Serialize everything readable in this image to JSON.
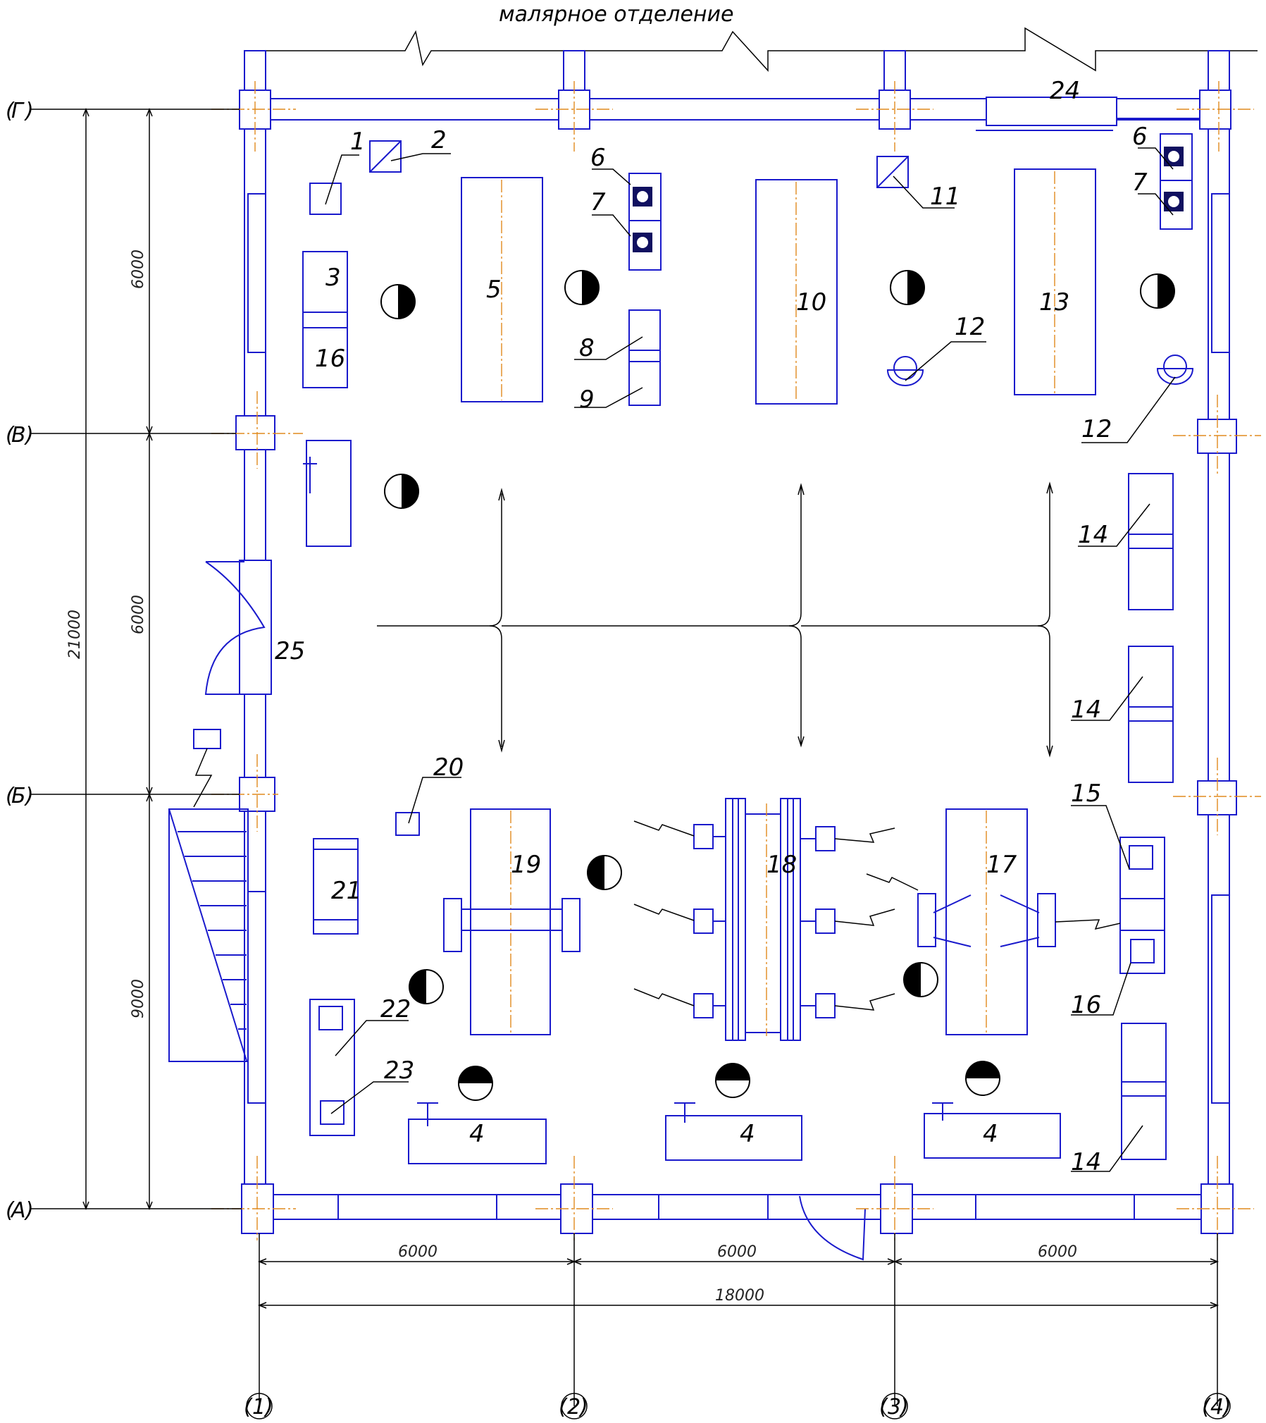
{
  "header": {
    "title": "малярное отделение"
  },
  "axes": {
    "rows": [
      "Г",
      "В",
      "Б",
      "А"
    ],
    "cols": [
      "1",
      "2",
      "3",
      "4"
    ]
  },
  "dimensions": {
    "vertical_total": "21000",
    "vertical_parts": [
      "6000",
      "6000",
      "9000"
    ],
    "horizontal_parts": [
      "6000",
      "6000",
      "6000"
    ],
    "horizontal_total": "18000"
  },
  "labels": {
    "l1": "1",
    "l2": "2",
    "l3": "3",
    "l16a": "16",
    "l5": "5",
    "l6a": "6",
    "l7a": "7",
    "l8": "8",
    "l9": "9",
    "l10": "10",
    "l11": "11",
    "l12a": "12",
    "l13": "13",
    "l6b": "6",
    "l7b": "7",
    "l12b": "12",
    "l24": "24",
    "l14a": "14",
    "l14b": "14",
    "l25": "25",
    "l20": "20",
    "l21": "21",
    "l19": "19",
    "l18": "18",
    "l17": "17",
    "l15": "15",
    "l16b": "16",
    "l22": "22",
    "l23": "23",
    "l14c": "14",
    "l4a": "4",
    "l4b": "4",
    "l4c": "4"
  },
  "colors": {
    "walls": "#1a1acc",
    "axis_lines": "#e08a1e",
    "annotation": "#000000"
  }
}
